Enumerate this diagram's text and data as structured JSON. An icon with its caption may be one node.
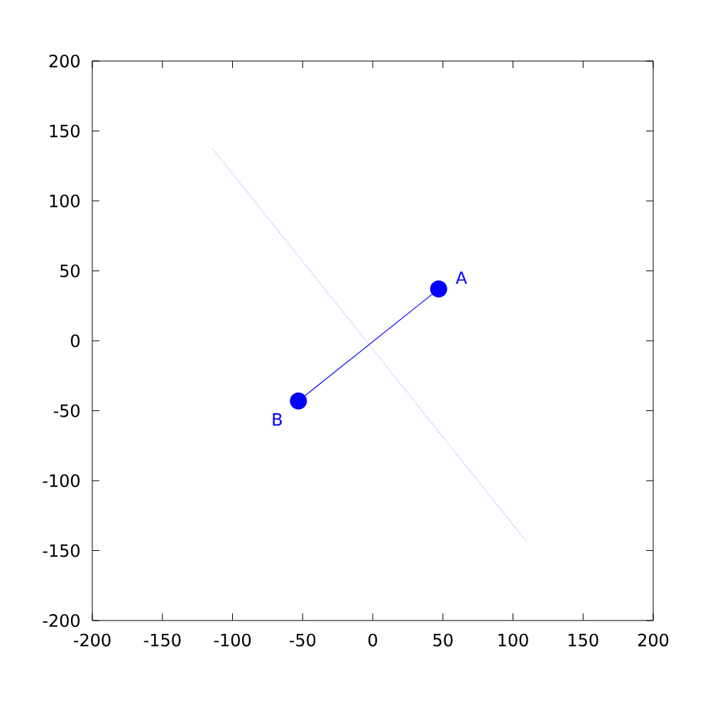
{
  "diagram": {
    "chart_data": {
      "type": "scatter",
      "xlim": [
        -200,
        200
      ],
      "ylim": [
        -200,
        200
      ],
      "xticks": [
        -200,
        -150,
        -100,
        -50,
        0,
        50,
        100,
        150,
        200
      ],
      "yticks": [
        -200,
        -150,
        -100,
        -50,
        0,
        50,
        100,
        150,
        200
      ],
      "series": [
        {
          "color": "#0000ff",
          "x": [
            47,
            -53
          ],
          "values": [
            37,
            -43
          ]
        },
        {
          "type": "line",
          "line_style": "dotted",
          "color": "#9999ff",
          "x": [
            -114,
            110
          ],
          "values": [
            137,
            -144
          ]
        }
      ],
      "annotations": [
        {
          "text": "A",
          "x": 47,
          "y": 37
        },
        {
          "text": "B",
          "x": -53,
          "y": -43
        }
      ]
    }
  }
}
